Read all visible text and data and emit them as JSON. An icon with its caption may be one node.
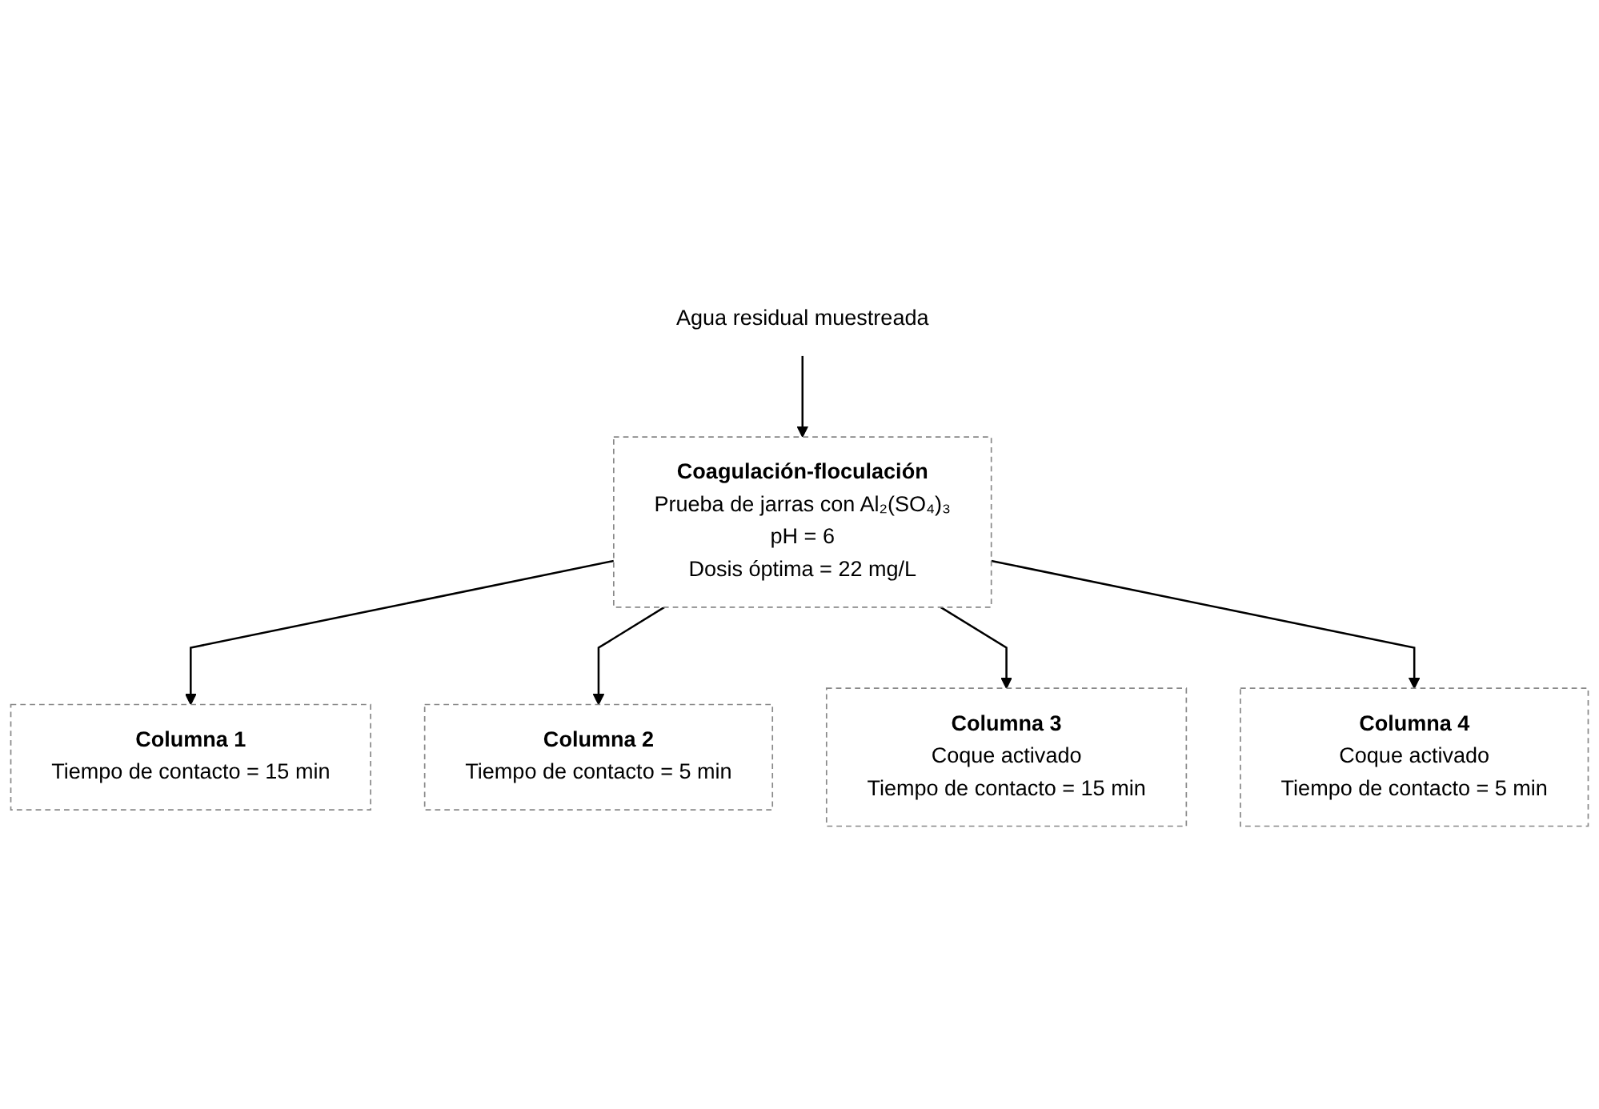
{
  "diagram": {
    "nodes": [
      {
        "text": [
          "Agua residual muestreada"
        ]
      },
      {
        "text": [
          "Coagulación-floculación",
          "Prueba de jarras con Al₂(SO₄)₃",
          "pH = 6",
          "Dosis óptima = 22 mg/L"
        ]
      },
      {
        "text": [
          "Columna 1",
          "Tiempo de contacto = 15 min"
        ]
      },
      {
        "text": [
          "Columna 2",
          "Tiempo de contacto = 5 min"
        ]
      },
      {
        "text": [
          "Columna 3",
          "Coque activado",
          "Tiempo de contacto = 15 min"
        ]
      },
      {
        "text": [
          "Columna 4",
          "Coque activado",
          "Tiempo de contacto = 5 min"
        ]
      }
    ],
    "edges": [
      {
        "from": 0,
        "to": 1,
        "arrow": "to"
      },
      {
        "from": 1,
        "to": 2,
        "arrow": "to"
      },
      {
        "from": 1,
        "to": 3,
        "arrow": "to"
      },
      {
        "from": 1,
        "to": 4,
        "arrow": "to"
      },
      {
        "from": 1,
        "to": 5,
        "arrow": "to"
      }
    ]
  }
}
